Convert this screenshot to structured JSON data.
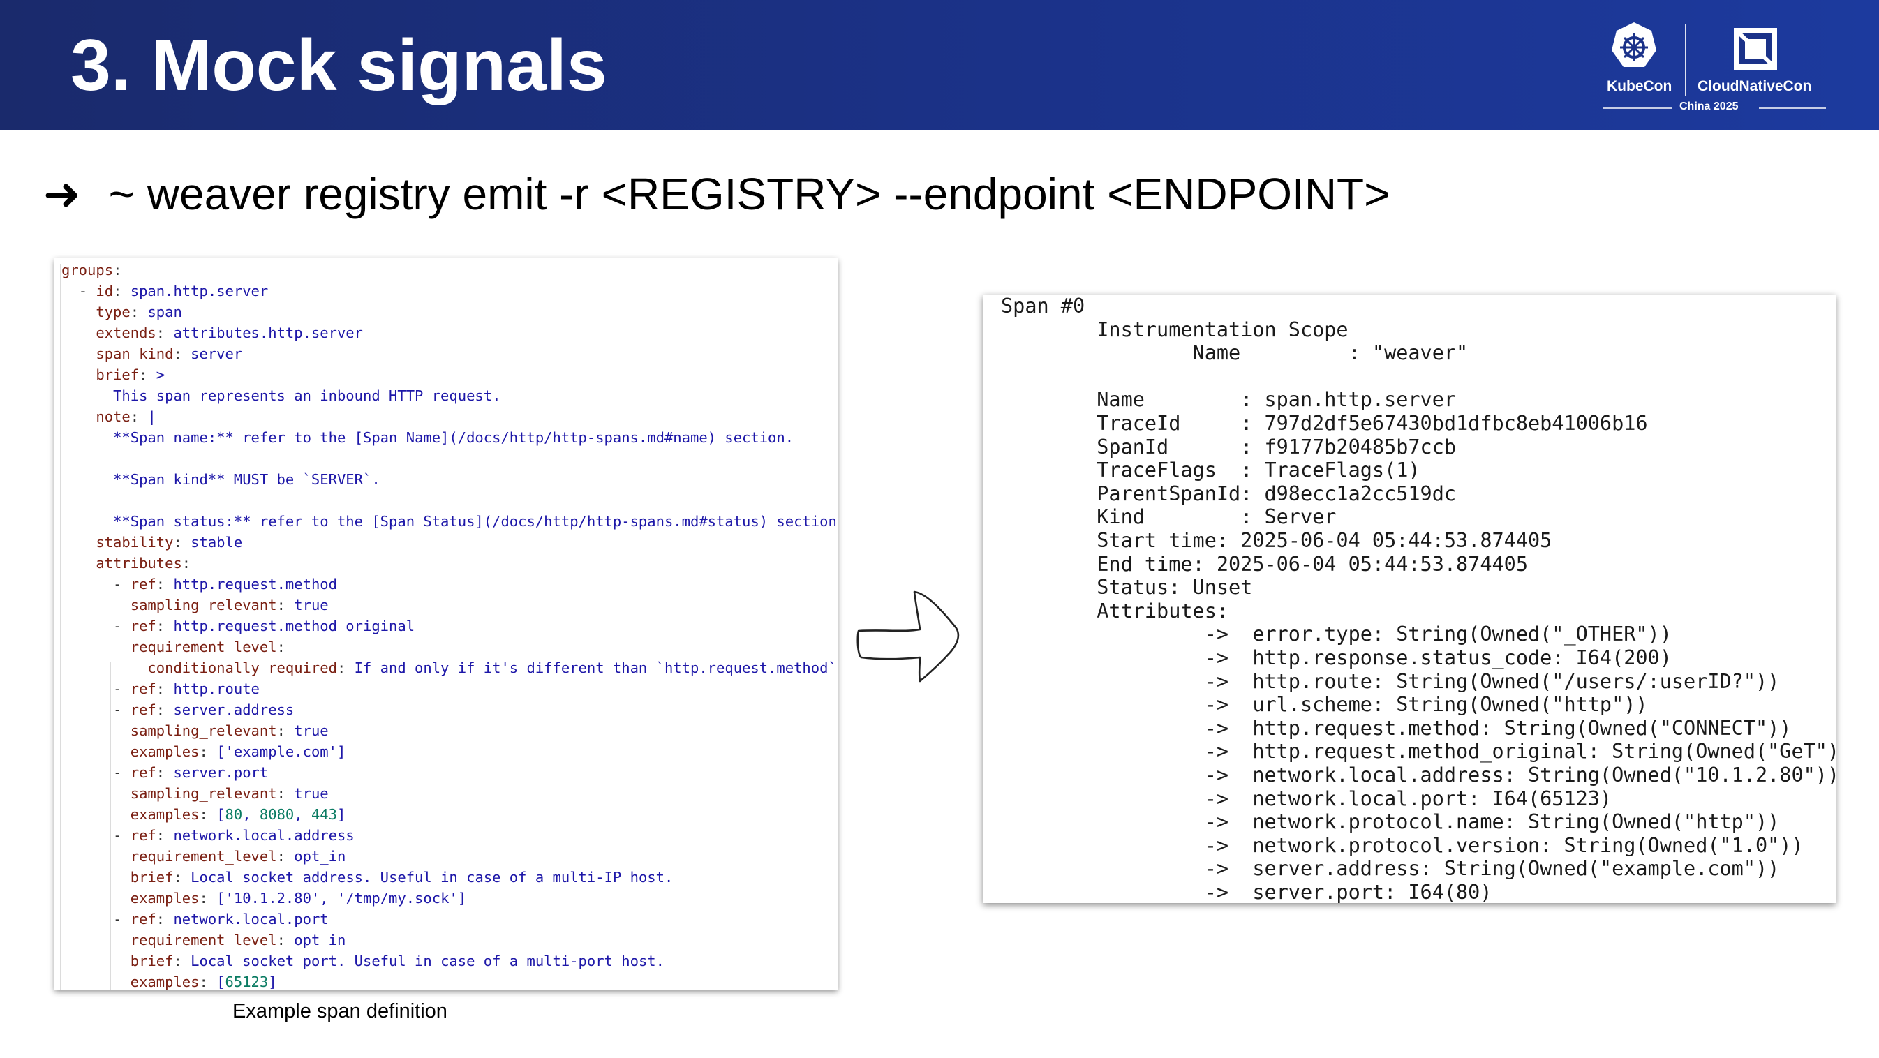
{
  "slide": {
    "title": "3. Mock signals",
    "logo": {
      "left_label": "KubeCon",
      "right_label": "CloudNativeCon",
      "sub_label": "China 2025",
      "left_icon": "kubernetes-helm-wheel-icon",
      "right_icon": "cncf-square-icon"
    },
    "command": {
      "bullet_icon": "right-arrow-icon",
      "bullet_glyph": "➜",
      "text": "~ weaver registry emit -r <REGISTRY> --endpoint <ENDPOINT>"
    },
    "caption": "Example span definition",
    "arrow_icon": "hand-drawn-right-arrow-icon"
  },
  "yaml_lines": [
    {
      "indent": "",
      "parts": [
        {
          "t": "groups",
          "c": "k"
        },
        {
          "t": ":",
          "c": "p"
        }
      ]
    },
    {
      "indent": "  ",
      "parts": [
        {
          "t": "- ",
          "c": "p"
        },
        {
          "t": "id",
          "c": "k"
        },
        {
          "t": ": ",
          "c": "p"
        },
        {
          "t": "span.http.server",
          "c": "v"
        }
      ]
    },
    {
      "indent": "    ",
      "parts": [
        {
          "t": "type",
          "c": "k"
        },
        {
          "t": ": ",
          "c": "p"
        },
        {
          "t": "span",
          "c": "v"
        }
      ]
    },
    {
      "indent": "    ",
      "parts": [
        {
          "t": "extends",
          "c": "k"
        },
        {
          "t": ": ",
          "c": "p"
        },
        {
          "t": "attributes.http.server",
          "c": "v"
        }
      ]
    },
    {
      "indent": "    ",
      "parts": [
        {
          "t": "span_kind",
          "c": "k"
        },
        {
          "t": ": ",
          "c": "p"
        },
        {
          "t": "server",
          "c": "v"
        }
      ]
    },
    {
      "indent": "    ",
      "parts": [
        {
          "t": "brief",
          "c": "k"
        },
        {
          "t": ": ",
          "c": "p"
        },
        {
          "t": ">",
          "c": "v"
        }
      ]
    },
    {
      "indent": "      ",
      "parts": [
        {
          "t": "This span represents an inbound HTTP request.",
          "c": "v"
        }
      ]
    },
    {
      "indent": "    ",
      "parts": [
        {
          "t": "note",
          "c": "k"
        },
        {
          "t": ": ",
          "c": "p"
        },
        {
          "t": "|",
          "c": "v"
        }
      ]
    },
    {
      "indent": "      ",
      "parts": [
        {
          "t": "**Span name:** refer to the [Span Name](/docs/http/http-spans.md#name) section.",
          "c": "v"
        }
      ]
    },
    {
      "indent": "",
      "parts": []
    },
    {
      "indent": "      ",
      "parts": [
        {
          "t": "**Span kind** MUST be `SERVER`.",
          "c": "v"
        }
      ]
    },
    {
      "indent": "",
      "parts": []
    },
    {
      "indent": "      ",
      "parts": [
        {
          "t": "**Span status:** refer to the [Span Status](/docs/http/http-spans.md#status) section.",
          "c": "v"
        }
      ]
    },
    {
      "indent": "    ",
      "parts": [
        {
          "t": "stability",
          "c": "k"
        },
        {
          "t": ": ",
          "c": "p"
        },
        {
          "t": "stable",
          "c": "v"
        }
      ]
    },
    {
      "indent": "    ",
      "parts": [
        {
          "t": "attributes",
          "c": "k"
        },
        {
          "t": ":",
          "c": "p"
        }
      ]
    },
    {
      "indent": "      ",
      "parts": [
        {
          "t": "- ",
          "c": "p"
        },
        {
          "t": "ref",
          "c": "k"
        },
        {
          "t": ": ",
          "c": "p"
        },
        {
          "t": "http.request.method",
          "c": "v"
        }
      ]
    },
    {
      "indent": "        ",
      "parts": [
        {
          "t": "sampling_relevant",
          "c": "k"
        },
        {
          "t": ": ",
          "c": "p"
        },
        {
          "t": "true",
          "c": "v"
        }
      ]
    },
    {
      "indent": "      ",
      "parts": [
        {
          "t": "- ",
          "c": "p"
        },
        {
          "t": "ref",
          "c": "k"
        },
        {
          "t": ": ",
          "c": "p"
        },
        {
          "t": "http.request.method_original",
          "c": "v"
        }
      ]
    },
    {
      "indent": "        ",
      "parts": [
        {
          "t": "requirement_level",
          "c": "k"
        },
        {
          "t": ":",
          "c": "p"
        }
      ]
    },
    {
      "indent": "          ",
      "parts": [
        {
          "t": "conditionally_required",
          "c": "k"
        },
        {
          "t": ": ",
          "c": "p"
        },
        {
          "t": "If and only if it's different than `http.request.method`.",
          "c": "v"
        }
      ]
    },
    {
      "indent": "      ",
      "parts": [
        {
          "t": "- ",
          "c": "p"
        },
        {
          "t": "ref",
          "c": "k"
        },
        {
          "t": ": ",
          "c": "p"
        },
        {
          "t": "http.route",
          "c": "v"
        }
      ]
    },
    {
      "indent": "      ",
      "parts": [
        {
          "t": "- ",
          "c": "p"
        },
        {
          "t": "ref",
          "c": "k"
        },
        {
          "t": ": ",
          "c": "p"
        },
        {
          "t": "server.address",
          "c": "v"
        }
      ]
    },
    {
      "indent": "        ",
      "parts": [
        {
          "t": "sampling_relevant",
          "c": "k"
        },
        {
          "t": ": ",
          "c": "p"
        },
        {
          "t": "true",
          "c": "v"
        }
      ]
    },
    {
      "indent": "        ",
      "parts": [
        {
          "t": "examples",
          "c": "k"
        },
        {
          "t": ": ",
          "c": "p"
        },
        {
          "t": "['example.com']",
          "c": "v"
        }
      ]
    },
    {
      "indent": "      ",
      "parts": [
        {
          "t": "- ",
          "c": "p"
        },
        {
          "t": "ref",
          "c": "k"
        },
        {
          "t": ": ",
          "c": "p"
        },
        {
          "t": "server.port",
          "c": "v"
        }
      ]
    },
    {
      "indent": "        ",
      "parts": [
        {
          "t": "sampling_relevant",
          "c": "k"
        },
        {
          "t": ": ",
          "c": "p"
        },
        {
          "t": "true",
          "c": "v"
        }
      ]
    },
    {
      "indent": "        ",
      "parts": [
        {
          "t": "examples",
          "c": "k"
        },
        {
          "t": ": ",
          "c": "p"
        },
        {
          "t": "[",
          "c": "v"
        },
        {
          "t": "80",
          "c": "n"
        },
        {
          "t": ", ",
          "c": "v"
        },
        {
          "t": "8080",
          "c": "n"
        },
        {
          "t": ", ",
          "c": "v"
        },
        {
          "t": "443",
          "c": "n"
        },
        {
          "t": "]",
          "c": "v"
        }
      ]
    },
    {
      "indent": "      ",
      "parts": [
        {
          "t": "- ",
          "c": "p"
        },
        {
          "t": "ref",
          "c": "k"
        },
        {
          "t": ": ",
          "c": "p"
        },
        {
          "t": "network.local.address",
          "c": "v"
        }
      ]
    },
    {
      "indent": "        ",
      "parts": [
        {
          "t": "requirement_level",
          "c": "k"
        },
        {
          "t": ": ",
          "c": "p"
        },
        {
          "t": "opt_in",
          "c": "v"
        }
      ]
    },
    {
      "indent": "        ",
      "parts": [
        {
          "t": "brief",
          "c": "k"
        },
        {
          "t": ": ",
          "c": "p"
        },
        {
          "t": "Local socket address. Useful in case of a multi-IP host.",
          "c": "v"
        }
      ]
    },
    {
      "indent": "        ",
      "parts": [
        {
          "t": "examples",
          "c": "k"
        },
        {
          "t": ": ",
          "c": "p"
        },
        {
          "t": "['10.1.2.80', '/tmp/my.sock']",
          "c": "v"
        }
      ]
    },
    {
      "indent": "      ",
      "parts": [
        {
          "t": "- ",
          "c": "p"
        },
        {
          "t": "ref",
          "c": "k"
        },
        {
          "t": ": ",
          "c": "p"
        },
        {
          "t": "network.local.port",
          "c": "v"
        }
      ]
    },
    {
      "indent": "        ",
      "parts": [
        {
          "t": "requirement_level",
          "c": "k"
        },
        {
          "t": ": ",
          "c": "p"
        },
        {
          "t": "opt_in",
          "c": "v"
        }
      ]
    },
    {
      "indent": "        ",
      "parts": [
        {
          "t": "brief",
          "c": "k"
        },
        {
          "t": ": ",
          "c": "p"
        },
        {
          "t": "Local socket port. Useful in case of a multi-port host.",
          "c": "v"
        }
      ]
    },
    {
      "indent": "        ",
      "parts": [
        {
          "t": "examples",
          "c": "k"
        },
        {
          "t": ": ",
          "c": "p"
        },
        {
          "t": "[",
          "c": "v"
        },
        {
          "t": "65123",
          "c": "n"
        },
        {
          "t": "]",
          "c": "v"
        }
      ]
    }
  ],
  "terminal_lines": [
    "Span #0",
    "        Instrumentation Scope",
    "                Name         : \"weaver\"",
    "",
    "        Name        : span.http.server",
    "        TraceId     : 797d2df5e67430bd1dfbc8eb41006b16",
    "        SpanId      : f9177b20485b7ccb",
    "        TraceFlags  : TraceFlags(1)",
    "        ParentSpanId: d98ecc1a2cc519dc",
    "        Kind        : Server",
    "        Start time: 2025-06-04 05:44:53.874405",
    "        End time: 2025-06-04 05:44:53.874405",
    "        Status: Unset",
    "        Attributes:",
    "                 ->  error.type: String(Owned(\"_OTHER\"))",
    "                 ->  http.response.status_code: I64(200)",
    "                 ->  http.route: String(Owned(\"/users/:userID?\"))",
    "                 ->  url.scheme: String(Owned(\"http\"))",
    "                 ->  http.request.method: String(Owned(\"CONNECT\"))",
    "                 ->  http.request.method_original: String(Owned(\"GeT\"))",
    "                 ->  network.local.address: String(Owned(\"10.1.2.80\"))",
    "                 ->  network.local.port: I64(65123)",
    "                 ->  network.protocol.name: String(Owned(\"http\"))",
    "                 ->  network.protocol.version: String(Owned(\"1.0\"))",
    "                 ->  server.address: String(Owned(\"example.com\"))",
    "                 ->  server.port: I64(80)"
  ],
  "colors": {
    "header_bg": "#1b3289",
    "yaml_key": "#7a1f12",
    "yaml_value": "#1d17a8",
    "yaml_number": "#0a7b62"
  }
}
